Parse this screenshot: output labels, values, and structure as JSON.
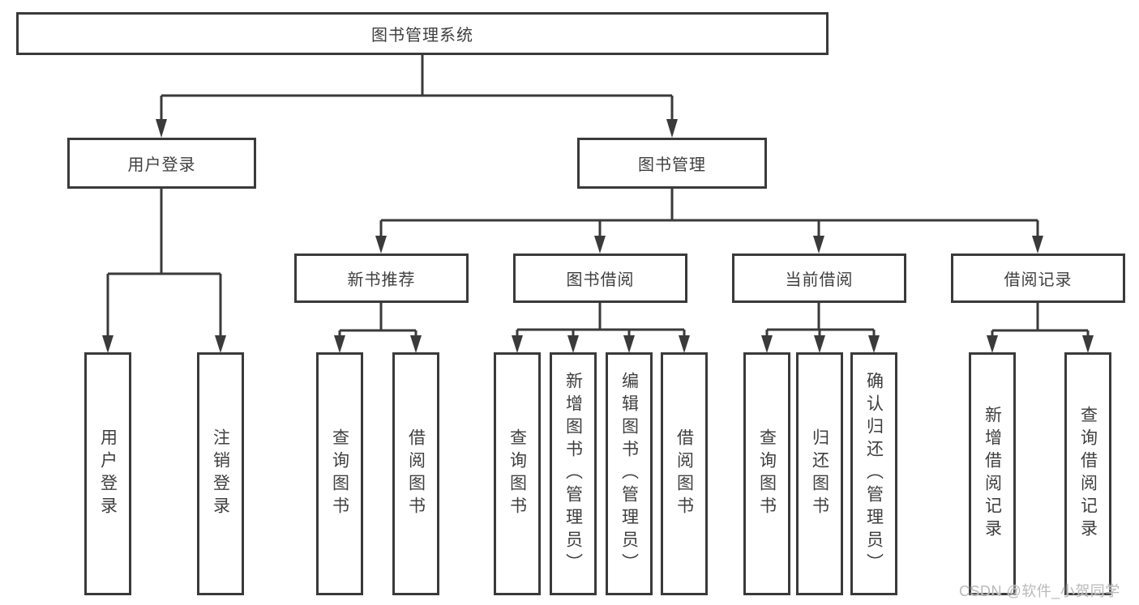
{
  "diagram": {
    "title_node": "图书管理系统",
    "level2": [
      "用户登录",
      "图书管理"
    ],
    "level3": [
      "新书推荐",
      "图书借阅",
      "当前借阅",
      "借阅记录"
    ],
    "leaves": {
      "user_login": [
        "用户登录",
        "注销登录"
      ],
      "new_book": [
        "查询图书",
        "借阅图书"
      ],
      "book_borrow": [
        "查询图书",
        "新增图书（管理员）",
        "编辑图书（管理员）",
        "借阅图书"
      ],
      "current_borrow": [
        "查询图书",
        "归还图书",
        "确认归还（管理员）"
      ],
      "borrow_record": [
        "新增借阅记录",
        "查询借阅记录"
      ]
    },
    "watermark": "CSDN @软件_小贺同学",
    "colors": {
      "line": "#3a3a3a",
      "text": "#3f3f3f",
      "box_bg": "#ffffff",
      "watermark": "#b9b9b9",
      "background": "#ffffff"
    }
  }
}
